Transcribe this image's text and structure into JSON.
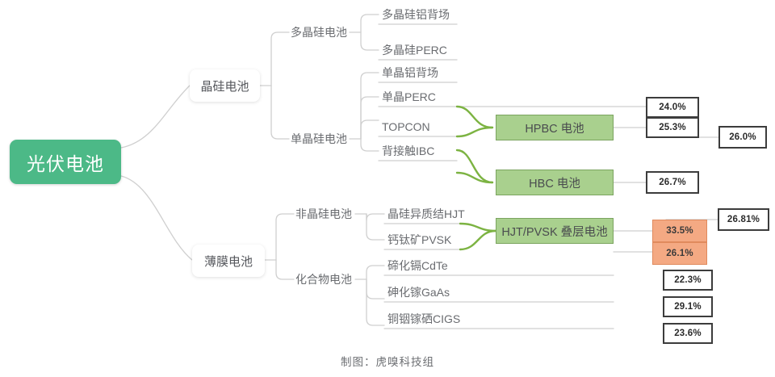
{
  "diagram": {
    "root": {
      "label": "光伏电池"
    },
    "branches": [
      {
        "label": "晶硅电池"
      },
      {
        "label": "薄膜电池"
      }
    ],
    "subbranches": [
      {
        "label": "多晶硅电池"
      },
      {
        "label": "单晶硅电池"
      },
      {
        "label": "非晶硅电池"
      },
      {
        "label": "化合物电池"
      }
    ],
    "leaves": [
      {
        "label": "多晶硅铝背场"
      },
      {
        "label": "多晶硅PERC"
      },
      {
        "label": "单晶铝背场"
      },
      {
        "label": "单晶PERC"
      },
      {
        "label": "TOPCON"
      },
      {
        "label": "背接触IBC"
      },
      {
        "label": "晶硅异质结HJT"
      },
      {
        "label": "钙钛矿PVSK"
      },
      {
        "label": "碲化镉CdTe"
      },
      {
        "label": "砷化镓GaAs"
      },
      {
        "label": "铜铟镓硒CIGS"
      }
    ],
    "tech_nodes": [
      {
        "label": "HPBC 电池"
      },
      {
        "label": "HBC 电池"
      },
      {
        "label": "HJT/PVSK 叠层电池"
      }
    ],
    "efficiencies": [
      {
        "value": "24.0%",
        "style": "plain"
      },
      {
        "value": "25.3%",
        "style": "plain"
      },
      {
        "value": "26.0%",
        "style": "plain"
      },
      {
        "value": "26.7%",
        "style": "plain"
      },
      {
        "value": "33.5%",
        "style": "orange"
      },
      {
        "value": "26.1%",
        "style": "orange"
      },
      {
        "value": "26.81%",
        "style": "plain"
      },
      {
        "value": "22.3%",
        "style": "plain"
      },
      {
        "value": "29.1%",
        "style": "plain"
      },
      {
        "value": "23.6%",
        "style": "plain"
      }
    ],
    "caption": "制图：虎嗅科技组",
    "colors": {
      "root_fill": "#4cb987",
      "tech_fill": "#a9d08e",
      "tech_stroke": "#7ba45f",
      "highlight_fill": "#f4a983",
      "wire_gray": "#cfcfcf",
      "wire_green": "#7cb342",
      "box_border": "#3c3c3c"
    }
  }
}
